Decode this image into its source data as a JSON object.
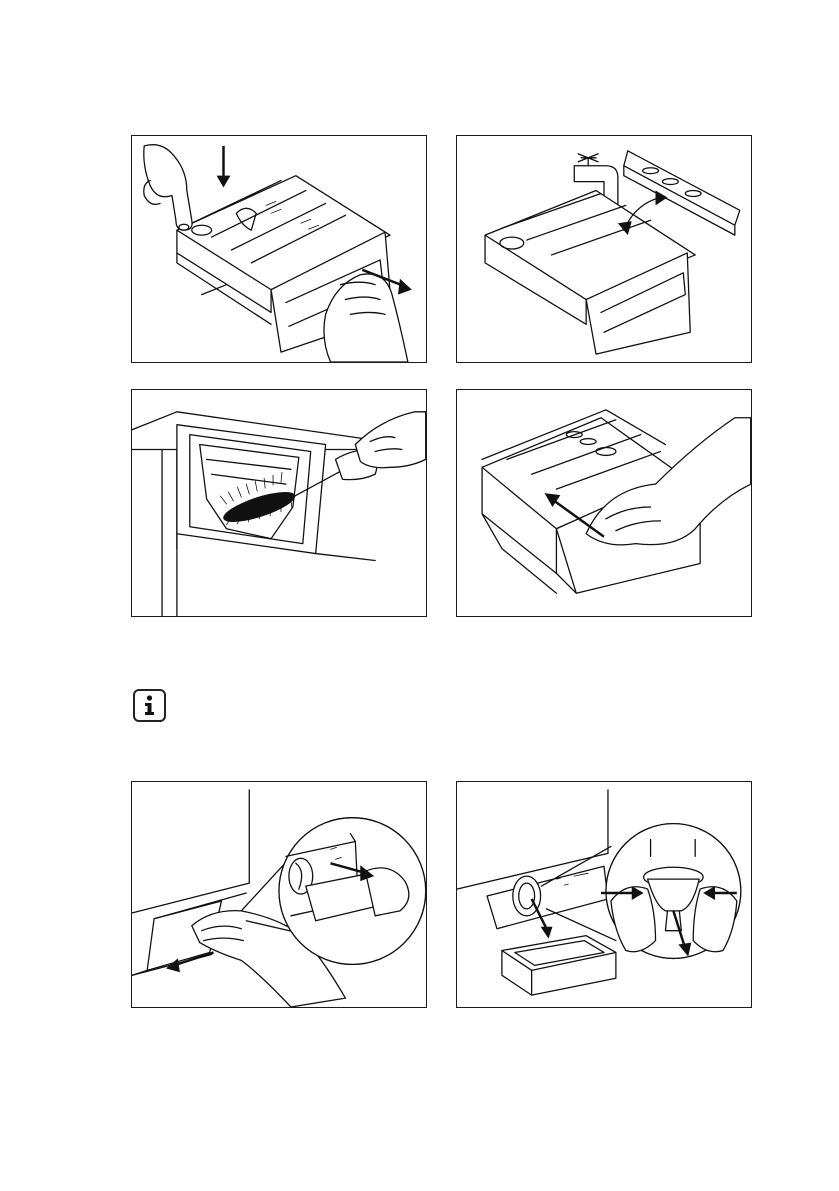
{
  "illustrations": [
    {
      "id": "p1",
      "icon": "press-release-pull-drawer-illustration"
    },
    {
      "id": "p2",
      "icon": "rinse-drawer-under-tap-illustration"
    },
    {
      "id": "p3",
      "icon": "clean-recess-with-brush-illustration"
    },
    {
      "id": "p4",
      "icon": "push-drawer-back-illustration"
    },
    {
      "id": "p5",
      "icon": "open-filter-flap-illustration"
    },
    {
      "id": "p6",
      "icon": "remove-pump-filter-illustration"
    }
  ],
  "info_icon": {
    "glyph": "i",
    "icon": "info-icon"
  },
  "colors": {
    "line": "#111111",
    "background": "#ffffff"
  }
}
